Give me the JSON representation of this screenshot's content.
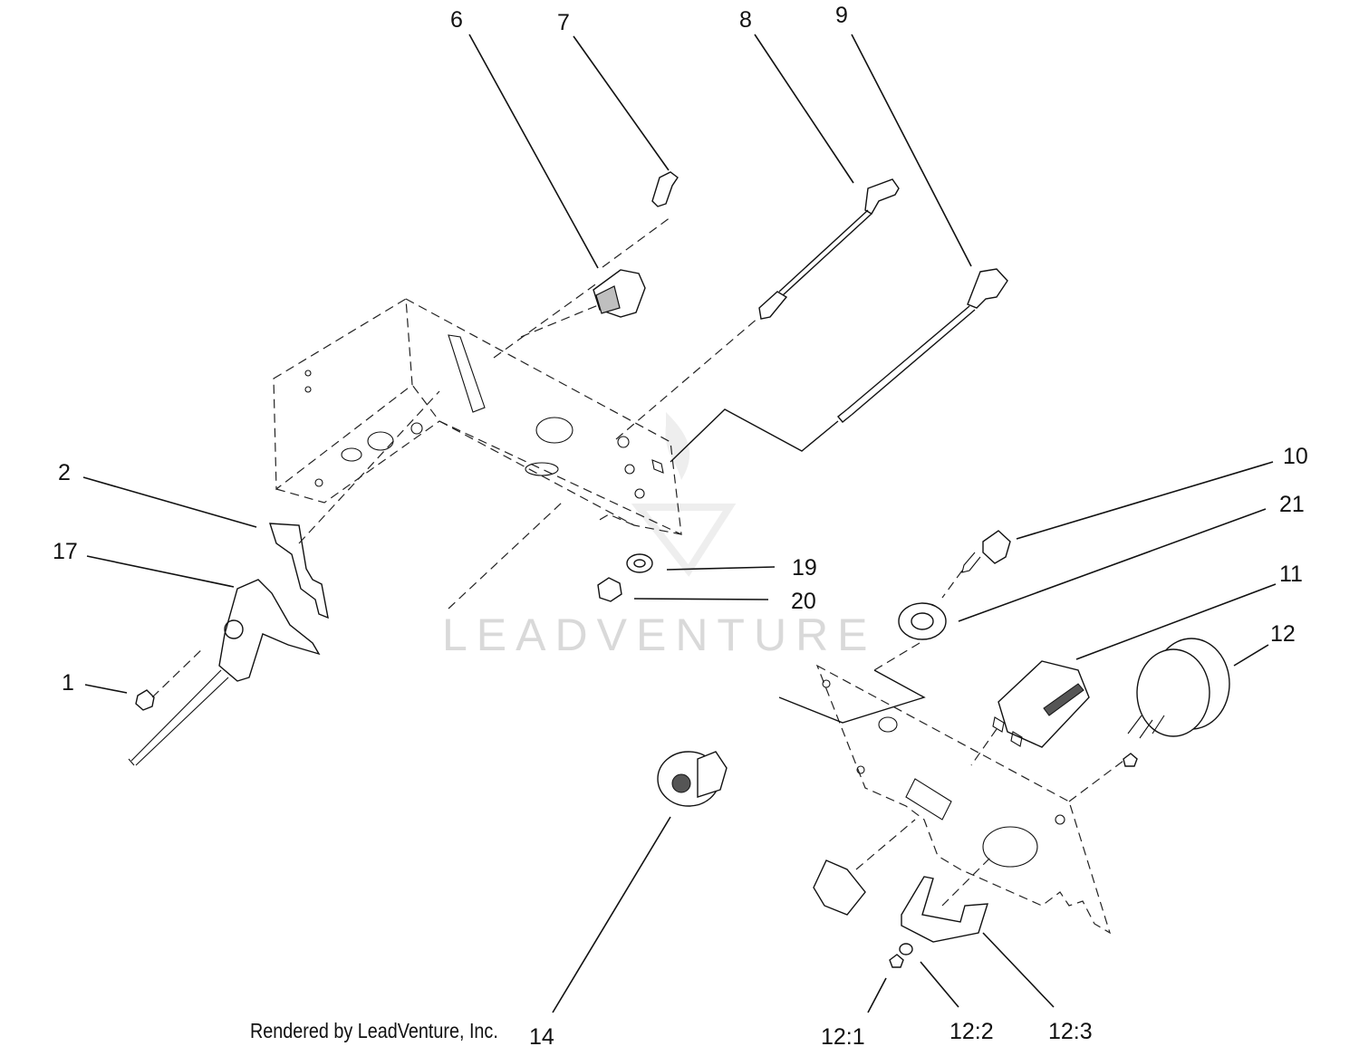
{
  "watermark": {
    "text": "LEADVENTURE"
  },
  "footer": {
    "credit": "Rendered by LeadVenture, Inc."
  },
  "callouts": {
    "c1": "1",
    "c2": "2",
    "c6": "6",
    "c7": "7",
    "c8": "8",
    "c9": "9",
    "c10": "10",
    "c11": "11",
    "c12": "12",
    "c12_1": "12:1",
    "c12_2": "12:2",
    "c12_3": "12:3",
    "c14": "14",
    "c17": "17",
    "c19": "19",
    "c20": "20",
    "c21": "21"
  }
}
